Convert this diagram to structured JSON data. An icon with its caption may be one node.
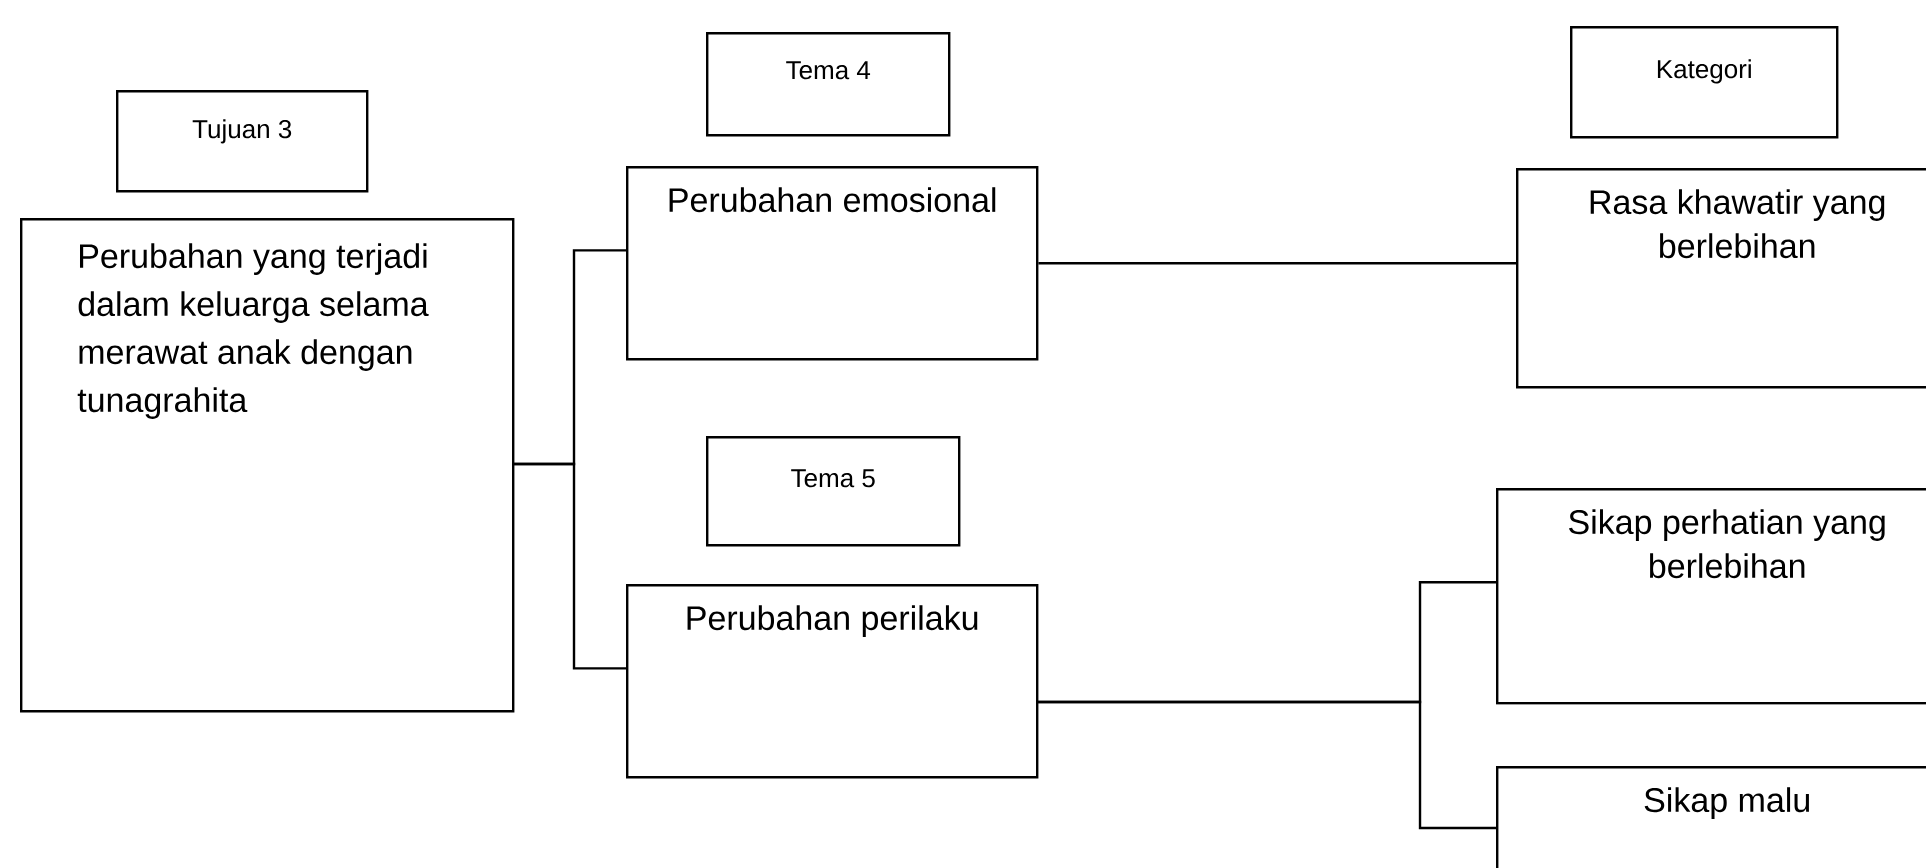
{
  "diagram": {
    "nodes": [
      {
        "text": [
          "Tujuan 3"
        ]
      },
      {
        "text": [
          "Perubahan yang terjadi dalam keluarga selama merawat anak dengan tunagrahita"
        ]
      },
      {
        "text": [
          "Tema 4"
        ]
      },
      {
        "text": [
          "Perubahan emosional"
        ]
      },
      {
        "text": [
          "Tema 5"
        ]
      },
      {
        "text": [
          "Perubahan perilaku"
        ]
      },
      {
        "text": [
          "Kategori"
        ]
      },
      {
        "text": [
          "Rasa khawatir yang berlebihan"
        ]
      },
      {
        "text": [
          "Sikap perhatian yang berlebihan"
        ]
      },
      {
        "text": [
          "Sikap malu"
        ]
      }
    ],
    "edges": [
      {
        "from": 1,
        "to": 3,
        "arrow": "none"
      },
      {
        "from": 1,
        "to": 5,
        "arrow": "none"
      },
      {
        "from": 3,
        "to": 7,
        "arrow": "none"
      },
      {
        "from": 5,
        "to": 8,
        "arrow": "none"
      },
      {
        "from": 5,
        "to": 9,
        "arrow": "none"
      }
    ]
  }
}
